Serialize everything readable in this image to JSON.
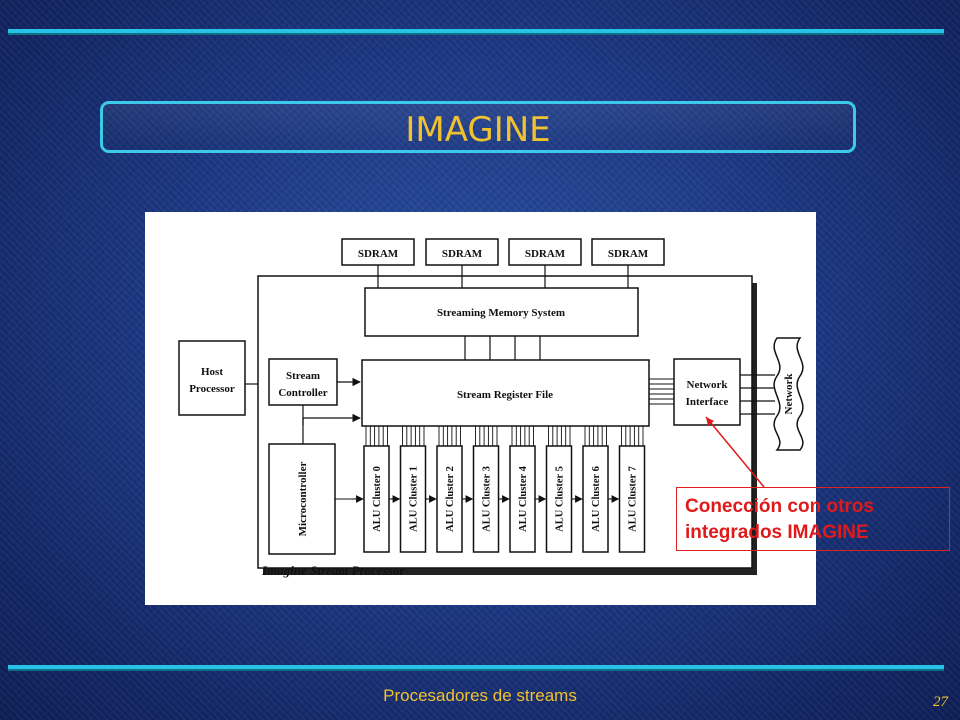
{
  "slide": {
    "title": "IMAGINE",
    "footer": "Procesadores de streams",
    "slide_number": "27",
    "accent_color": "#27c3e6",
    "title_color": "#f2c12e"
  },
  "diagram": {
    "sdram_label": "SDRAM",
    "streaming_memory_system": "Streaming Memory System",
    "host_processor": [
      "Host",
      "Processor"
    ],
    "stream_controller": [
      "Stream",
      "Controller"
    ],
    "stream_register_file": "Stream Register File",
    "network_interface": [
      "Network",
      "Interface"
    ],
    "network": "Network",
    "microcontroller": "Microcontroller",
    "alu_clusters": [
      "ALU Cluster 0",
      "ALU Cluster 1",
      "ALU Cluster 2",
      "ALU Cluster 3",
      "ALU Cluster 4",
      "ALU Cluster 5",
      "ALU Cluster 6",
      "ALU Cluster 7"
    ],
    "processor_label": "Imagine Stream Processor"
  },
  "callout": {
    "line1": "Conección con otros",
    "line2": "integrados IMAGINE",
    "color": "#e01a1a"
  }
}
